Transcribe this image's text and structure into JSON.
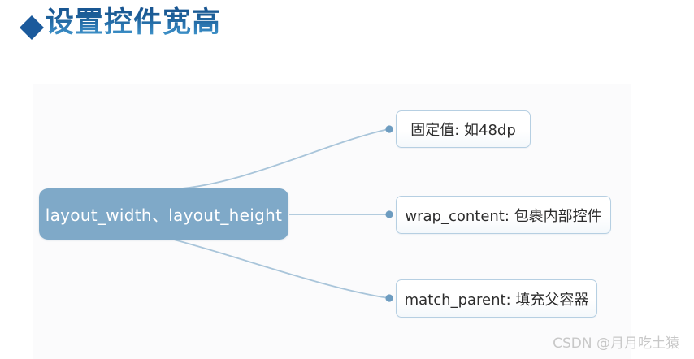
{
  "page": {
    "title_marker": "◆",
    "title": "设置控件宽高",
    "watermark": "CSDN @月月吃土猿"
  },
  "theme": {
    "title_gradient_top": "#17528f",
    "title_gradient_bottom": "#3f93c9",
    "diamond_color": "#1b5a9c",
    "root_node_fill": "#7fa9c8",
    "root_node_text": "#ffffff",
    "child_border": "#b6cfe2",
    "child_fill": "#ffffff",
    "connector_color": "#a9c5da",
    "connector_dot_color": "#6d9cc0",
    "panel_background": "#fbfbfc",
    "watermark_color": "#c8c8c8"
  },
  "diagram": {
    "type": "mindmap",
    "root": {
      "label": "layout_width、layout_height"
    },
    "children": [
      {
        "label": "固定值: 如48dp",
        "connector": "curve-up"
      },
      {
        "label": "wrap_content: 包裹内部控件",
        "connector": "straight"
      },
      {
        "label": "match_parent: 填充父容器",
        "connector": "curve-down"
      }
    ]
  }
}
